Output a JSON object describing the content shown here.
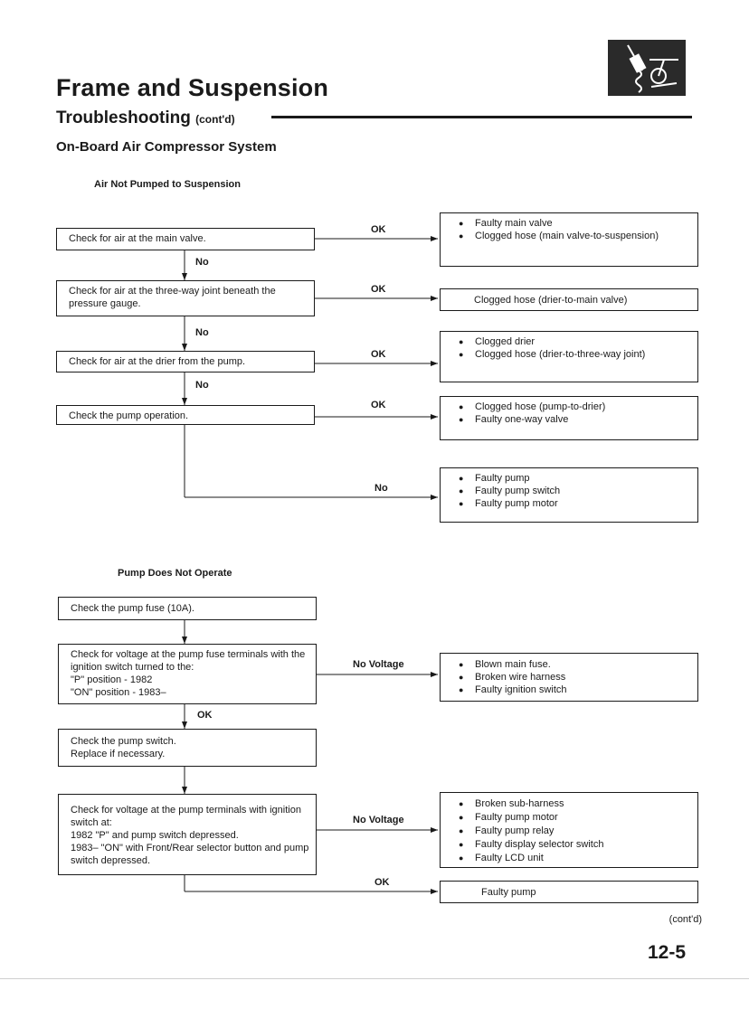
{
  "header": {
    "title": "Frame and Suspension",
    "subtitle": "Troubleshooting",
    "subtitle_suffix": "(cont'd)",
    "system_title": "On-Board Air Compressor System",
    "icon": "suspension-strut-icon"
  },
  "section1": {
    "title": "Air Not Pumped to Suspension",
    "checks": [
      {
        "text": "Check for air at the main valve."
      },
      {
        "text": "Check for air at the three-way joint beneath the pressure gauge."
      },
      {
        "text": "Check for air at the drier from the pump."
      },
      {
        "text": "Check the pump operation."
      }
    ],
    "ok_label": "OK",
    "no_label": "No",
    "results": [
      {
        "items": [
          "Faulty main valve",
          "Clogged hose (main valve-to-suspension)"
        ]
      },
      {
        "items": [
          "Clogged hose (drier-to-main valve)"
        ]
      },
      {
        "items": [
          "Clogged drier",
          "Clogged hose (drier-to-three-way joint)"
        ]
      },
      {
        "items": [
          "Clogged hose (pump-to-drier)",
          "Faulty one-way valve"
        ]
      },
      {
        "items": [
          "Faulty pump",
          "Faulty pump switch",
          "Faulty pump motor"
        ]
      }
    ]
  },
  "section2": {
    "title": "Pump Does Not Operate",
    "checks": [
      {
        "text": "Check the pump fuse (10A)."
      },
      {
        "lines": [
          "Check for voltage at the pump fuse terminals with the ignition switch turned to the:",
          "\"P\" position - 1982",
          "\"ON\" position - 1983–"
        ]
      },
      {
        "lines": [
          "Check the pump switch.",
          "Replace if necessary."
        ]
      },
      {
        "lines": [
          "Check for voltage at the pump terminals with ignition switch at:",
          "1982   \"P\" and pump switch depressed.",
          "1983– \"ON\" with Front/Rear selector button and pump switch depressed."
        ]
      }
    ],
    "no_voltage_label": "No Voltage",
    "ok_label": "OK",
    "results": [
      {
        "items": [
          "Blown main fuse.",
          "Broken wire harness",
          "Faulty ignition switch"
        ]
      },
      {
        "items": [
          "Broken sub-harness",
          "Faulty pump motor",
          "Faulty pump relay",
          "Faulty display selector switch",
          "Faulty LCD unit"
        ]
      },
      {
        "items": [
          "Faulty pump"
        ]
      }
    ]
  },
  "footer": {
    "contd": "(cont'd)",
    "page_number": "12-5"
  }
}
